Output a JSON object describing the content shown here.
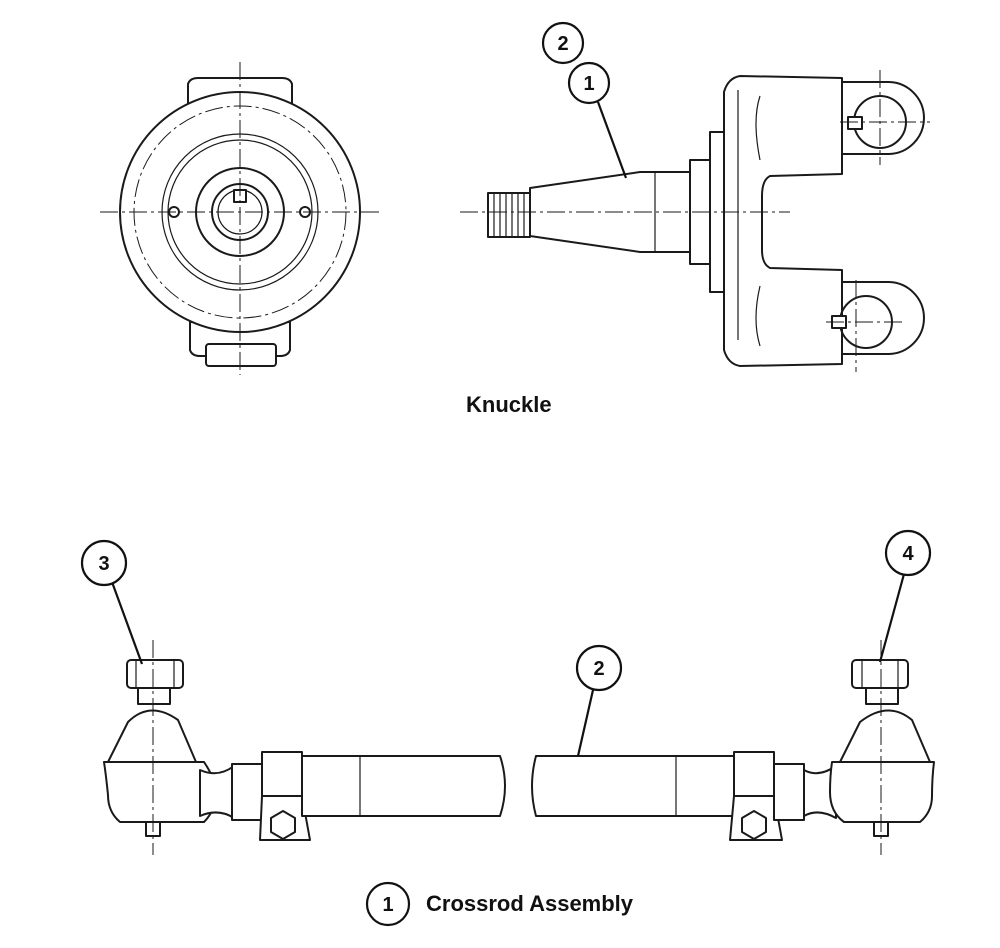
{
  "figure": {
    "knuckle_caption": "Knuckle",
    "assembly_caption": "Crossrod Assembly",
    "callouts": {
      "knuckle_side_2": "2",
      "knuckle_side_1": "1",
      "crossrod_end_left": "3",
      "crossrod_tube": "2",
      "crossrod_end_right": "4",
      "assembly_marker": "1"
    }
  }
}
